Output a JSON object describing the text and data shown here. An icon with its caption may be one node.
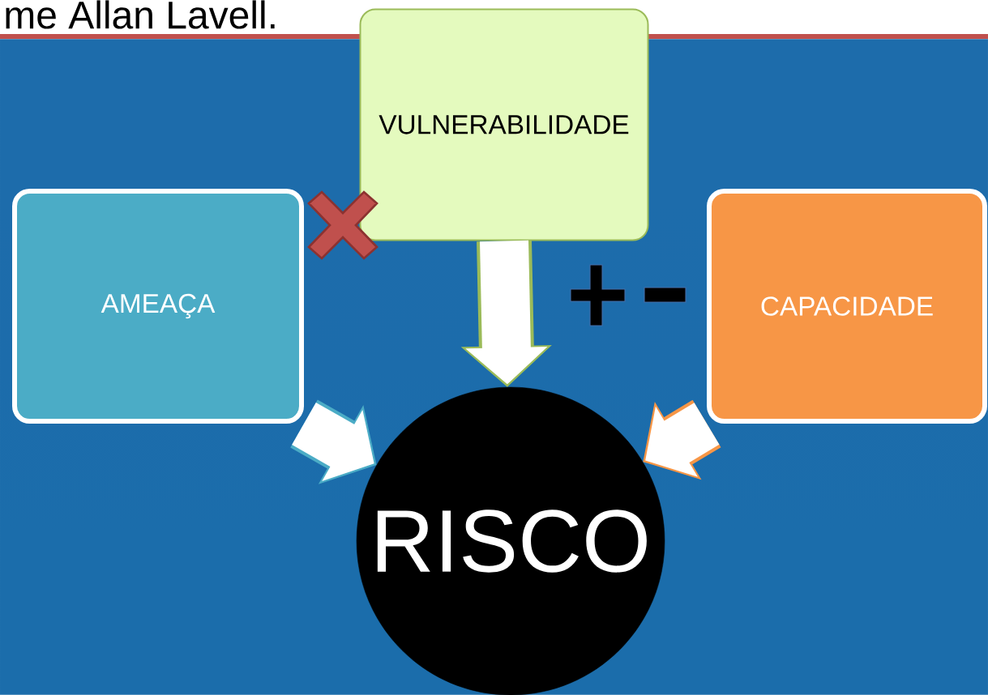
{
  "diagram": {
    "nodes": [
      {
        "text": [
          "VULNERABILIDADE"
        ]
      },
      {
        "text": [
          "AMEAÇA"
        ]
      },
      {
        "text": [
          "CAPACIDADE"
        ]
      },
      {
        "text": [
          "RISCO"
        ]
      }
    ],
    "edges": [
      {
        "from": 1,
        "to": 3,
        "arrow": "to"
      },
      {
        "from": 0,
        "to": 3,
        "arrow": "to"
      },
      {
        "from": 2,
        "to": 3,
        "arrow": "to"
      }
    ],
    "labels": [
      "me Allan Lavell."
    ]
  }
}
